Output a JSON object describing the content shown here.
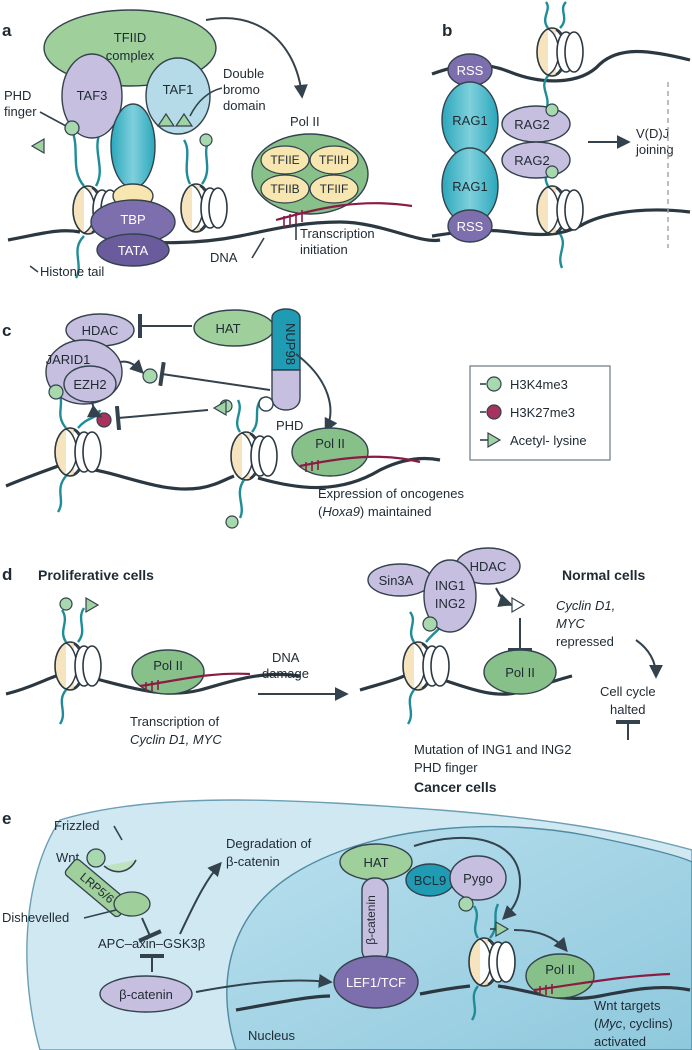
{
  "panels": {
    "a": {
      "letter": "a",
      "tfiid": "TFIID",
      "complex": "complex",
      "taf3": "TAF3",
      "taf1": "TAF1",
      "double": "Double",
      "bromo": "bromo",
      "domain": "domain",
      "phd": "PHD",
      "finger": "finger",
      "tbp": "TBP",
      "tata": "TATA",
      "polii": "Pol II",
      "tfiie": "TFIIE",
      "tfiih": "TFIIH",
      "tfiib": "TFIIB",
      "tfiif": "TFIIF",
      "transcription": "Transcription",
      "initiation": "initiation",
      "dna": "DNA",
      "histone_tail": "Histone tail"
    },
    "b": {
      "letter": "b",
      "rss_top": "RSS",
      "rag1_top": "RAG1",
      "rag2_top": "RAG2",
      "rag2_bottom": "RAG2",
      "rag1_bottom": "RAG1",
      "rss_bottom": "RSS",
      "vdj": "V(D)J",
      "joining": "joining"
    },
    "c": {
      "letter": "c",
      "hdac": "HDAC",
      "hat": "HAT",
      "nup98": "NUP98",
      "jarid1": "JARID1",
      "ezh2": "EZH2",
      "phd": "PHD",
      "polii": "Pol II",
      "expr1": "Expression of oncogenes",
      "expr2_gene": "Hoxa9",
      "expr2_rest": ") maintained",
      "legend": {
        "k4": "H3K4me3",
        "k27": "H3K27me3",
        "ac": "Acetyl- lysine"
      }
    },
    "d": {
      "letter": "d",
      "proliferative": "Proliferative cells",
      "polii_left": "Pol II",
      "trans1": "Transcription of",
      "trans2": "Cyclin D1, MYC",
      "dna": "DNA",
      "damage": "damage",
      "sin3a": "Sin3A",
      "ing1": "ING1",
      "ing2": "ING2",
      "hdac": "HDAC",
      "polii_right": "Pol II",
      "normal": "Normal cells",
      "cyclin": "Cyclin D1,",
      "myc": "MYC",
      "repressed": "repressed",
      "cell_cycle": "Cell cycle",
      "halted": "halted",
      "mutation1": "Mutation of ING1 and ING2",
      "mutation2": "PHD finger",
      "cancer": "Cancer cells"
    },
    "e": {
      "letter": "e",
      "frizzled": "Frizzled",
      "wnt": "Wnt",
      "lrp": "LRP5/6",
      "dishevelled": "Dishevelled",
      "degradation": "Degradation of",
      "bcat_deg": "β-catenin",
      "apc": "APC–axin–GSK3β",
      "bcat_cyto": "β-catenin",
      "hat": "HAT",
      "bcat_nuc": "β-catenin",
      "lef": "LEF1/TCF",
      "bcl9": "BCL9",
      "pygo": "Pygo",
      "polii": "Pol II",
      "wnt_targets": "Wnt targets",
      "myc": "Myc",
      "cyclins": ", cyclins)",
      "activated": "activated",
      "nucleus": "Nucleus"
    }
  },
  "colors": {
    "tfiid_green": "#9fcf9b",
    "taf_purple": "#c7bfe0",
    "taf1_blue": "#b4dbe7",
    "teal": "#1f9cb3",
    "tbp_purple": "#7d6fae",
    "polii_green": "#88c08a",
    "subunit_yellow": "#f7e6b0",
    "rna_maroon": "#8a1c44",
    "k4_green": "#a8d8ae",
    "k27_maroon": "#a8325d",
    "ac_green": "#9fd3a2",
    "cell_blue": "#cfe8f2",
    "nucleus_blue": "#a8d5e6"
  }
}
